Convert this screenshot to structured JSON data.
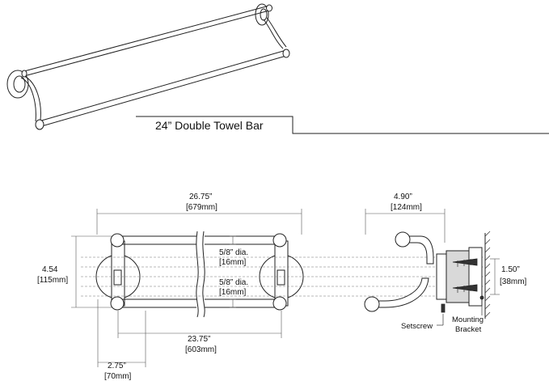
{
  "title": "24”  Double Towel Bar",
  "dimensions": {
    "overall_length": {
      "imperial": "26.75”",
      "metric": "[679mm]"
    },
    "height": {
      "imperial": "4.54",
      "metric": "[115mm]"
    },
    "bar_dia_top": {
      "imperial": "5/8” dia.",
      "metric": "[16mm]"
    },
    "bar_dia_bottom": {
      "imperial": "5/8” dia.",
      "metric": "[16mm]"
    },
    "center_distance": {
      "imperial": "23.75”",
      "metric": "[603mm]"
    },
    "bracket_offset": {
      "imperial": "2.75”",
      "metric": "[70mm]"
    },
    "projection": {
      "imperial": "4.90”",
      "metric": "[124mm]"
    },
    "base_diameter": {
      "imperial": "1.50”",
      "metric": "[38mm]"
    }
  },
  "callouts": {
    "setscrew": "Setscrew",
    "mounting_bracket_1": "Mounting",
    "mounting_bracket_2": "Bracket"
  }
}
